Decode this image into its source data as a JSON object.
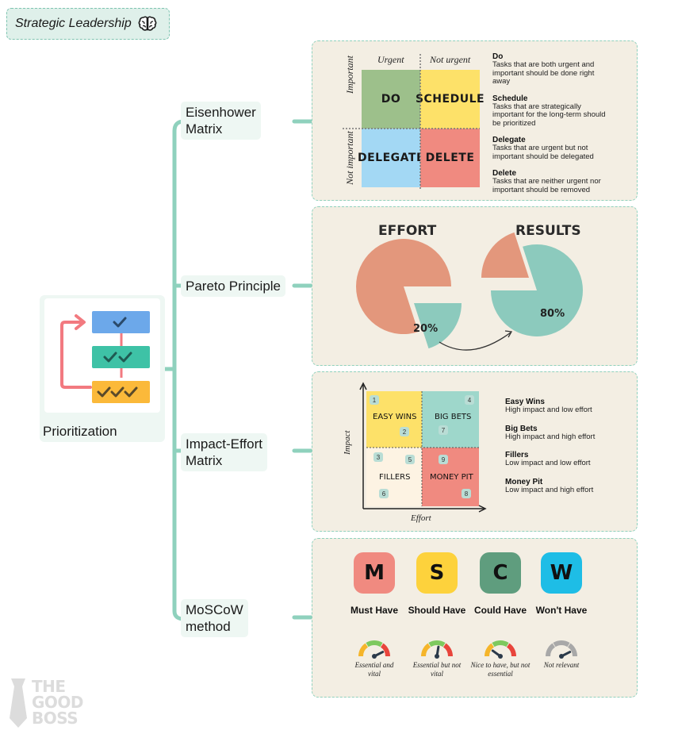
{
  "header": {
    "title": "Strategic Leadership",
    "icon": "brain-icon"
  },
  "root": {
    "label": "Prioritization",
    "icon": "checklist-icon"
  },
  "branches": [
    {
      "label_line1": "Eisenhower",
      "label_line2": "Matrix"
    },
    {
      "label_line1": "Pareto Principle",
      "label_line2": ""
    },
    {
      "label_line1": "Impact-Effort",
      "label_line2": "Matrix"
    },
    {
      "label_line1": "MoSCoW",
      "label_line2": "method"
    }
  ],
  "eisenhower": {
    "col_headers": [
      "Urgent",
      "Not urgent"
    ],
    "row_headers": [
      "Important",
      "Not important"
    ],
    "quadrants": [
      {
        "label": "DO",
        "color": "#9dc08b"
      },
      {
        "label": "SCHEDULE",
        "color": "#fde169"
      },
      {
        "label": "DELEGATE",
        "color": "#a3d8f4"
      },
      {
        "label": "DELETE",
        "color": "#f08a80"
      }
    ],
    "descriptions": [
      {
        "title": "Do",
        "text": [
          "Tasks that are both urgent and",
          "important should be done right",
          "away"
        ]
      },
      {
        "title": "Schedule",
        "text": [
          "Tasks that are strategically",
          "important for the long-term should",
          "be prioritized"
        ]
      },
      {
        "title": "Delegate",
        "text": [
          "Tasks that are urgent but not",
          "important should be delegated"
        ]
      },
      {
        "title": "Delete",
        "text": [
          "Tasks that are neither urgent nor",
          "important should be removed"
        ]
      }
    ]
  },
  "pareto": {
    "left_title": "EFFORT",
    "right_title": "RESULTS",
    "left_pct": "20%",
    "right_pct": "80%",
    "colors": {
      "salmon": "#e3977c",
      "teal": "#8ccabd"
    },
    "chart_data": {
      "type": "pie",
      "effort": [
        80,
        20
      ],
      "results": [
        20,
        80
      ]
    }
  },
  "impact_effort": {
    "y_axis": "Impact",
    "x_axis": "Effort",
    "quadrants": [
      {
        "label": "EASY WINS",
        "color": "#fde169"
      },
      {
        "label": "BIG BETS",
        "color": "#9ed7cb"
      },
      {
        "label": "FILLERS",
        "color": "#fdf3e3"
      },
      {
        "label": "MONEY PIT",
        "color": "#f08a80"
      }
    ],
    "numbers": [
      "1",
      "2",
      "3",
      "4",
      "5",
      "6",
      "7",
      "8",
      "9"
    ],
    "descriptions": [
      {
        "title": "Easy Wins",
        "text": "High impact and low effort"
      },
      {
        "title": "Big Bets",
        "text": "High impact and high effort"
      },
      {
        "title": "Fillers",
        "text": "Low impact and low effort"
      },
      {
        "title": "Money Pit",
        "text": "Low impact and high effort"
      }
    ]
  },
  "moscow": {
    "items": [
      {
        "letter": "M",
        "label": "Must Have",
        "color": "#f08a80",
        "caption_line1": "Essential and",
        "caption_line2": "vital",
        "gauge_level": 0.85
      },
      {
        "letter": "S",
        "label": "Should Have",
        "color": "#fdd23c",
        "caption_line1": "Essential but not",
        "caption_line2": "vital",
        "gauge_level": 0.55
      },
      {
        "letter": "C",
        "label": "Could Have",
        "color": "#5f9d7e",
        "caption_line1": "Nice to have, but not",
        "caption_line2": "essential",
        "gauge_level": 0.2
      },
      {
        "letter": "W",
        "label": "Won't Have",
        "color": "#1ebde6",
        "caption_line1": "Not relevant",
        "caption_line2": "",
        "gauge_level": 0.85
      }
    ]
  },
  "logo": {
    "line1": "THE",
    "line2": "GOOD",
    "line3": "BOSS"
  }
}
